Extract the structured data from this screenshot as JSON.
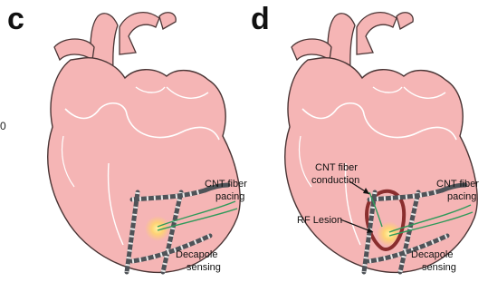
{
  "fragment_text": "0",
  "panels": [
    {
      "letter": "c",
      "labels": {
        "pacing_line1": "CNT fiber",
        "pacing_line2": "pacing",
        "sensing_line1": "Decapole",
        "sensing_line2": "sensing"
      }
    },
    {
      "letter": "d",
      "labels": {
        "conduction_line1": "CNT fiber",
        "conduction_line2": "conduction",
        "lesion": "RF Lesion",
        "pacing_line1": "CNT fiber",
        "pacing_line2": "pacing",
        "sensing_line1": "Decapole",
        "sensing_line2": "sensing"
      }
    }
  ],
  "colors": {
    "heart_fill": "#f5b5b5",
    "heart_outline": "#4a3535",
    "electrode": "#4f5358",
    "electrode_band": "#e8e8e8",
    "fiber": "#2f9a5a",
    "glow": "#ffe36b",
    "lesion": "#8a2e2e"
  }
}
